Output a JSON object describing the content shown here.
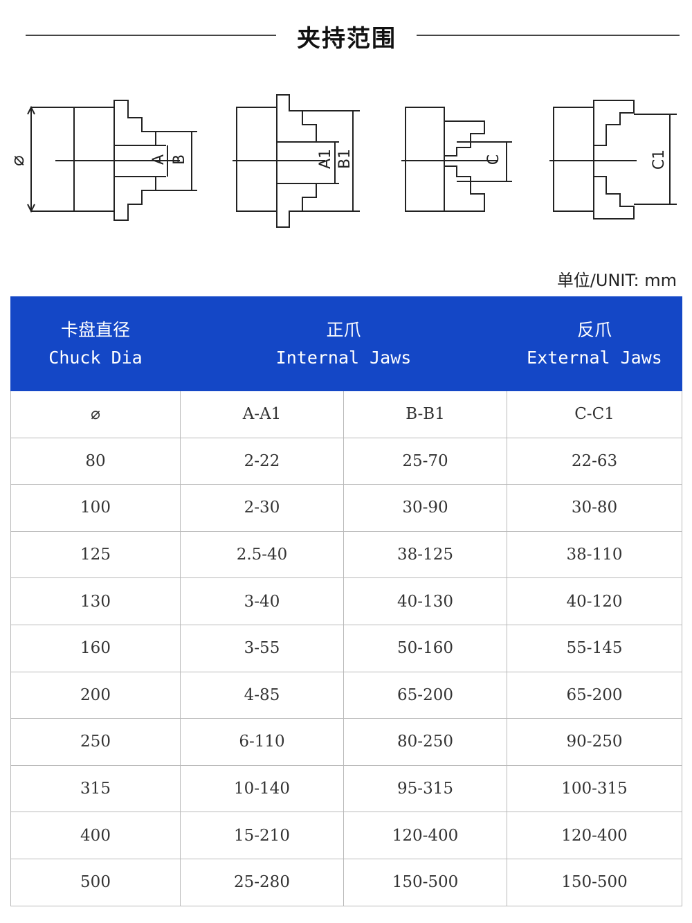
{
  "title": "夹持范围",
  "diagram_labels": {
    "diameter": "⌀",
    "a": "A",
    "b": "B",
    "a1": "A1",
    "b1": "B1",
    "c": "C",
    "c1": "C1"
  },
  "unit": "单位/UNIT: mm",
  "table": {
    "headers": [
      {
        "cn": "卡盘直径",
        "en": "Chuck Dia"
      },
      {
        "cn": "正爪",
        "en": "Internal Jaws"
      },
      {
        "cn": "反爪",
        "en": "External Jaws"
      }
    ],
    "subheader": [
      "⌀",
      "A-A1",
      "B-B1",
      "C-C1"
    ],
    "rows": [
      [
        "80",
        "2-22",
        "25-70",
        "22-63"
      ],
      [
        "100",
        "2-30",
        "30-90",
        "30-80"
      ],
      [
        "125",
        "2.5-40",
        "38-125",
        "38-110"
      ],
      [
        "130",
        "3-40",
        "40-130",
        "40-120"
      ],
      [
        "160",
        "3-55",
        "50-160",
        "55-145"
      ],
      [
        "200",
        "4-85",
        "65-200",
        "65-200"
      ],
      [
        "250",
        "6-110",
        "80-250",
        "90-250"
      ],
      [
        "315",
        "10-140",
        "95-315",
        "100-315"
      ],
      [
        "400",
        "15-210",
        "120-400",
        "120-400"
      ],
      [
        "500",
        "25-280",
        "150-500",
        "150-500"
      ]
    ]
  },
  "colors": {
    "header_bg": "#1447c6",
    "header_text": "#ffffff",
    "grid": "#b9b9b9"
  }
}
